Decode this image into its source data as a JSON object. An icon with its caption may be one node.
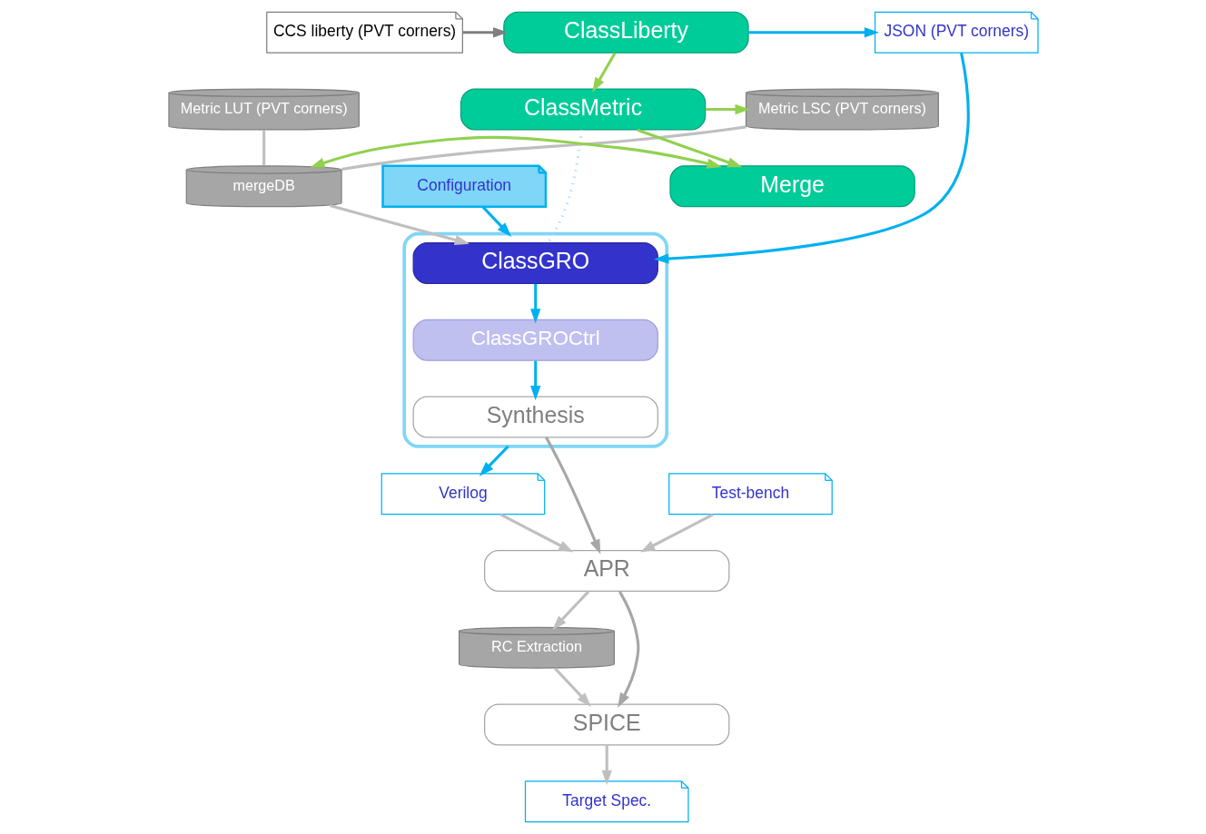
{
  "diagram": {
    "nodes": [
      {
        "text": [
          "CCS liberty (PVT corners)"
        ]
      },
      {
        "text": [
          "ClassLiberty"
        ]
      },
      {
        "text": [
          "JSON (PVT corners)"
        ]
      },
      {
        "text": [
          "Metric LUT (PVT corners)"
        ]
      },
      {
        "text": [
          "Metric LSC (PVT corners)"
        ]
      },
      {
        "text": [
          "ClassMetric"
        ]
      },
      {
        "text": [
          "mergeDB"
        ]
      },
      {
        "text": [
          "Merge"
        ]
      },
      {
        "text": [],
        "shape": "box"
      },
      {
        "text": [
          "ClassGRO"
        ],
        "in": 8
      },
      {
        "text": [
          "ClassGROCtrl"
        ],
        "in": 8
      },
      {
        "text": [
          "Synthesis"
        ],
        "in": 8
      },
      {
        "text": [
          "Configuration"
        ]
      },
      {
        "text": [
          "Verilog"
        ]
      },
      {
        "text": [
          "Test-bench"
        ]
      },
      {
        "text": [
          "RC Extraction"
        ]
      },
      {
        "text": [
          "APR"
        ]
      },
      {
        "text": [
          "SPICE"
        ]
      },
      {
        "text": [
          "Target Spec."
        ]
      }
    ],
    "edges": [
      {
        "from": 0,
        "to": 1,
        "arrow": "to",
        "color": "#7f7f7f"
      },
      {
        "from": 1,
        "to": 2,
        "arrow": "to",
        "color": "#00b0f0"
      },
      {
        "from": 1,
        "to": 5,
        "arrow": "to",
        "color": "#92d050"
      },
      {
        "from": 5,
        "to": 4,
        "arrow": "to",
        "color": "#92d050"
      },
      {
        "from": 5,
        "to": 7,
        "arrow": "to",
        "color": "#92d050"
      },
      {
        "from": 6,
        "to": 7,
        "arrow": "both",
        "color": "#92d050"
      },
      {
        "from": 3,
        "to": 6,
        "arrow": "none"
      },
      {
        "from": 4,
        "to": 6,
        "arrow": "none"
      },
      {
        "from": 6,
        "to": 9,
        "arrow": "to"
      },
      {
        "from": 5,
        "to": 9,
        "arrow": "none",
        "style": "dashed",
        "color": "#9ddcf5"
      },
      {
        "from": 2,
        "to": 9,
        "arrow": "to",
        "color": "#00b0f0"
      },
      {
        "from": 9,
        "to": 10,
        "arrow": "to",
        "color": "#00b0f0"
      },
      {
        "from": 10,
        "to": 11,
        "arrow": "to",
        "color": "#00b0f0"
      },
      {
        "from": 12,
        "to": 8,
        "arrow": "to",
        "color": "#00b0f0"
      },
      {
        "from": 8,
        "to": 13,
        "arrow": "to",
        "color": "#00b0f0"
      },
      {
        "from": 11,
        "to": 16,
        "arrow": "to",
        "color": "#a6a6a6"
      },
      {
        "from": 16,
        "to": 15,
        "arrow": "to"
      },
      {
        "from": 13,
        "to": 16,
        "arrow": "to"
      },
      {
        "from": 14,
        "to": 16,
        "arrow": "to"
      },
      {
        "from": 16,
        "to": 17,
        "arrow": "to",
        "color": "#a6a6a6"
      },
      {
        "from": 15,
        "to": 17,
        "arrow": "to"
      },
      {
        "from": 17,
        "to": 18,
        "arrow": "to"
      }
    ]
  }
}
